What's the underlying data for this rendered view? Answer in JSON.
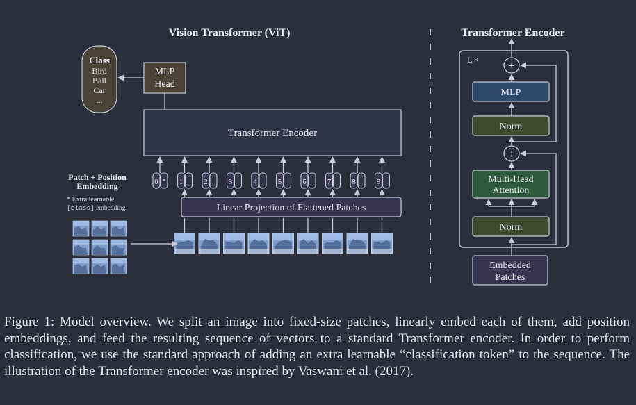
{
  "vit": {
    "title": "Vision Transformer (ViT)",
    "class_box": {
      "title": "Class",
      "items": [
        "Bird",
        "Ball",
        "Car",
        "..."
      ]
    },
    "mlp_head": [
      "MLP",
      "Head"
    ],
    "encoder_label": "Transformer Encoder",
    "patch_embedding_label": [
      "Patch + Position",
      "Embedding"
    ],
    "extra_note_line1": "* Extra learnable",
    "extra_note_class": "[class]",
    "extra_note_rest": " embedding",
    "position_tokens": [
      "0",
      "1",
      "2",
      "3",
      "4",
      "5",
      "6",
      "7",
      "8",
      "9"
    ],
    "class_token_marker": "*",
    "linear_projection": "Linear Projection of Flattened Patches"
  },
  "encoder_detail": {
    "title": "Transformer Encoder",
    "repeat_label": "L ×",
    "add_symbol": "+",
    "mlp": "MLP",
    "norm_top": "Norm",
    "attention": [
      "Multi-Head",
      "Attention"
    ],
    "norm_bottom": "Norm",
    "embedded_patches": [
      "Embedded",
      "Patches"
    ]
  },
  "caption": "Figure 1: Model overview. We split an image into fixed-size patches, linearly embed each of them, add position embeddings, and feed the resulting sequence of vectors to a standard Transformer encoder. In order to perform classification, we use the standard approach of adding an extra learnable “classification token” to the sequence. The illustration of the Transformer encoder was inspired by Vaswani et al. (2017).",
  "colors": {
    "background": "#2b2e3b",
    "line": "#c9ccd8",
    "text": "#e2e4ec",
    "encoder_fill": "#2f3447",
    "mlp_head_fill": "#4a4338",
    "class_fill": "#4a4338",
    "projection_fill": "#3a3550",
    "mlp_fill": "#2e4a6b",
    "norm_fill": "#3f4a2e",
    "attention_fill": "#2f5a3e",
    "embedded_fill": "#3a3550",
    "patch_blue": "#7f9fd0"
  }
}
